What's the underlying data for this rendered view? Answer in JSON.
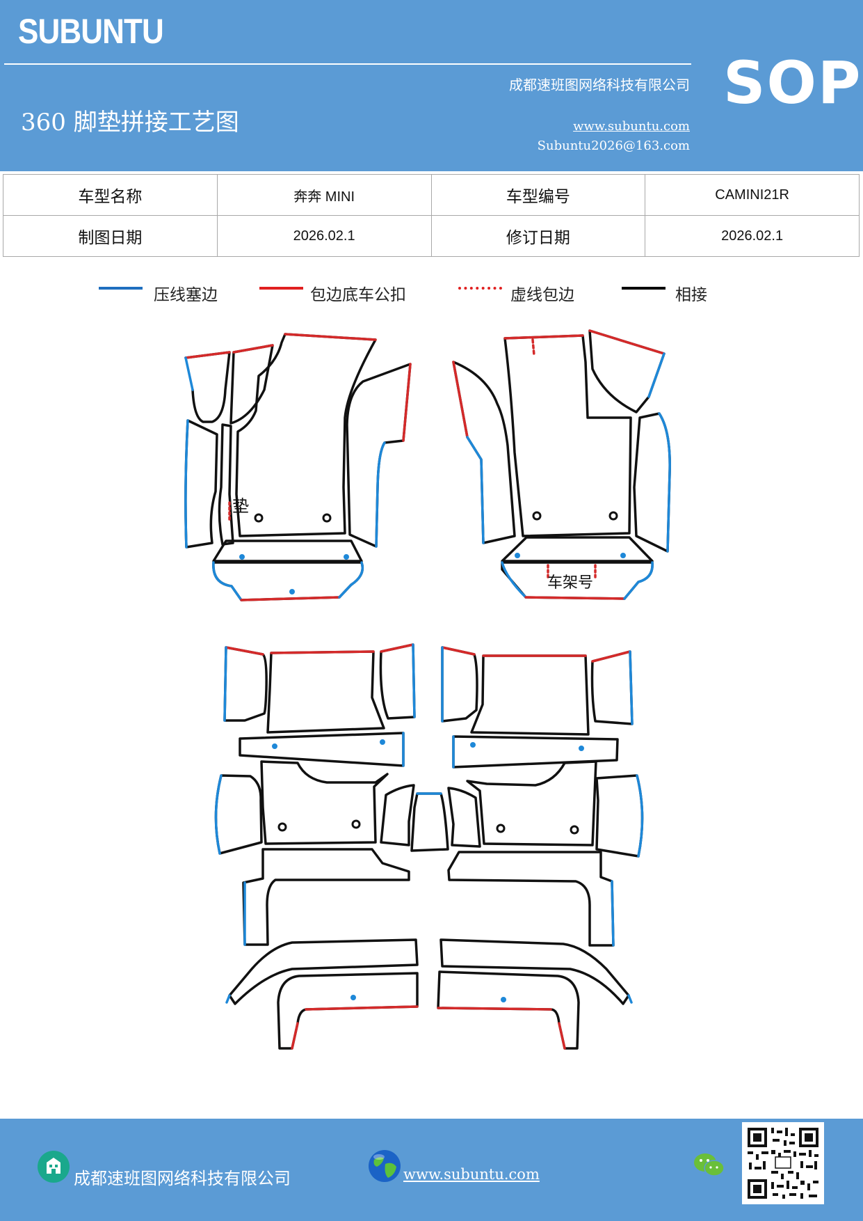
{
  "header": {
    "brand": "SUBUNTU",
    "sop": "SOP",
    "title": "360 脚垫拼接工艺图",
    "company": "成都速班图网络科技有限公司",
    "website": "www.subuntu.com",
    "email": "Subuntu2026@163.com"
  },
  "info_table": {
    "row1": {
      "label1": "车型名称",
      "value1": "奔奔 MINI",
      "label2": "车型编号",
      "value2": "CAMINI21R"
    },
    "row2": {
      "label1": "制图日期",
      "value1": "2026.02.1",
      "label2": "修订日期",
      "value2": "2026.02.1"
    }
  },
  "legend": {
    "items": [
      {
        "label": "压线塞边",
        "color": "#1f6fbf",
        "style": "solid"
      },
      {
        "label": "包边底车公扣",
        "color": "#e02020",
        "style": "solid"
      },
      {
        "label": "虚线包边",
        "color": "#e02020",
        "style": "dotted"
      },
      {
        "label": "相接",
        "color": "#000000",
        "style": "solid"
      }
    ]
  },
  "diagram": {
    "front_left_mark": "垫",
    "vin_label": "车架号",
    "colors": {
      "outline": "#111111",
      "pressed_edge": "#1e88d8",
      "wrap_edge": "#d42a2a"
    }
  },
  "footer": {
    "company": "成都速班图网络科技有限公司",
    "website": "www.subuntu.com",
    "icons": [
      "building-icon",
      "globe-icon",
      "wechat-icon",
      "qr-code"
    ]
  },
  "colors": {
    "brand_blue": "#5b9bd5",
    "white": "#ffffff"
  }
}
